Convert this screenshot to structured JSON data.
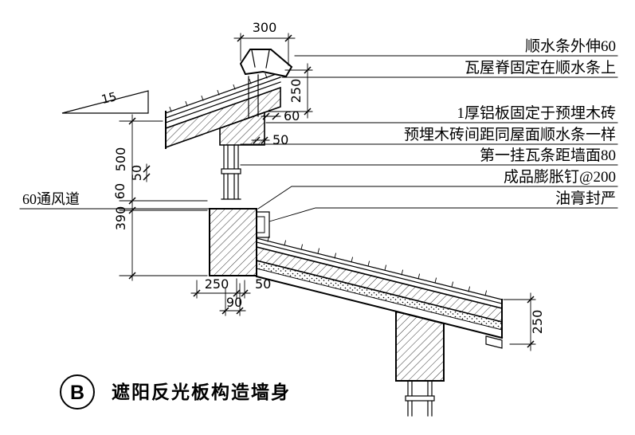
{
  "figure": {
    "detail_letter": "B",
    "title": "遮阳反光板构造墙身"
  },
  "callouts": [
    "顺水条外伸60",
    "瓦屋脊固定在顺水条上",
    "1厚铝板固定于预埋木砖",
    "预埋木砖间距同屋面顺水条一样",
    "第一挂瓦条距墙面80",
    "成品膨胀钉@200",
    "油膏封严"
  ],
  "left_annotation": "60通风道",
  "slope_value": "15",
  "dims": {
    "ridge_width": "300",
    "ridge_height": "250",
    "offset_60": "60",
    "offset_50": "50",
    "upper_height": "500",
    "inner_50": "50",
    "vent_60": "60",
    "lower_height": "390",
    "eave_250": "250",
    "eave_50": "50",
    "eave_90": "90",
    "edge_250": "250"
  }
}
